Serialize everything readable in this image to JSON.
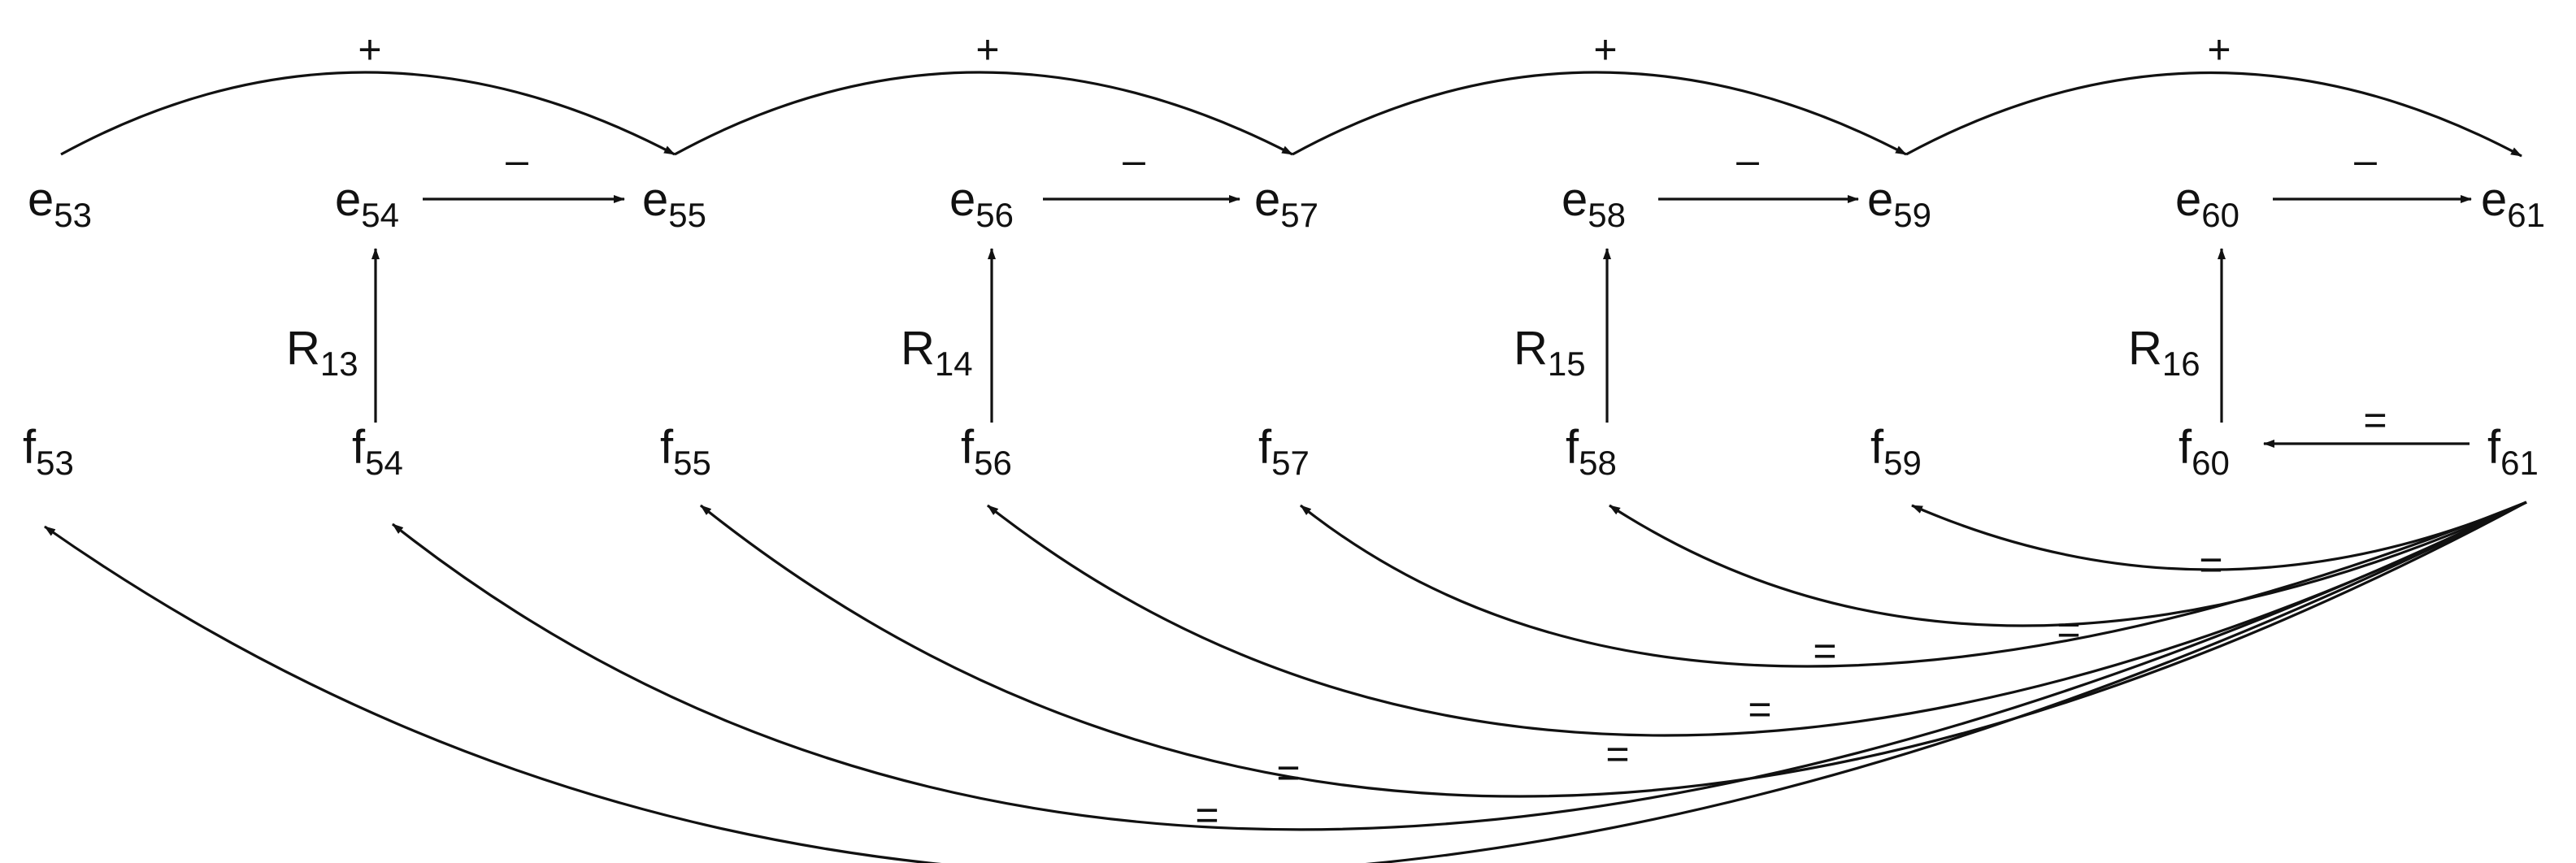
{
  "nodes": {
    "e53": {
      "base": "e",
      "sub": "53"
    },
    "e54": {
      "base": "e",
      "sub": "54"
    },
    "e55": {
      "base": "e",
      "sub": "55"
    },
    "e56": {
      "base": "e",
      "sub": "56"
    },
    "e57": {
      "base": "e",
      "sub": "57"
    },
    "e58": {
      "base": "e",
      "sub": "58"
    },
    "e59": {
      "base": "e",
      "sub": "59"
    },
    "e60": {
      "base": "e",
      "sub": "60"
    },
    "e61": {
      "base": "e",
      "sub": "61"
    },
    "f53": {
      "base": "f",
      "sub": "53"
    },
    "f54": {
      "base": "f",
      "sub": "54"
    },
    "f55": {
      "base": "f",
      "sub": "55"
    },
    "f56": {
      "base": "f",
      "sub": "56"
    },
    "f57": {
      "base": "f",
      "sub": "57"
    },
    "f58": {
      "base": "f",
      "sub": "58"
    },
    "f59": {
      "base": "f",
      "sub": "59"
    },
    "f60": {
      "base": "f",
      "sub": "60"
    },
    "f61": {
      "base": "f",
      "sub": "61"
    }
  },
  "relations": {
    "R13": {
      "base": "R",
      "sub": "13"
    },
    "R14": {
      "base": "R",
      "sub": "14"
    },
    "R15": {
      "base": "R",
      "sub": "15"
    },
    "R16": {
      "base": "R",
      "sub": "16"
    }
  },
  "edges": {
    "plus_53_55": {
      "from": "e53",
      "to": "e55",
      "label": "+"
    },
    "plus_55_57": {
      "from": "e55",
      "to": "e57",
      "label": "+"
    },
    "plus_57_59": {
      "from": "e57",
      "to": "e59",
      "label": "+"
    },
    "plus_59_61": {
      "from": "e59",
      "to": "e61",
      "label": "+"
    },
    "minus_54_55": {
      "from": "e54",
      "to": "e55",
      "label": "–"
    },
    "minus_56_57": {
      "from": "e56",
      "to": "e57",
      "label": "–"
    },
    "minus_58_59": {
      "from": "e58",
      "to": "e59",
      "label": "–"
    },
    "minus_60_61": {
      "from": "e60",
      "to": "e61",
      "label": "–"
    },
    "r_54": {
      "from": "f54",
      "to": "e54",
      "relation": "R13"
    },
    "r_56": {
      "from": "f56",
      "to": "e56",
      "relation": "R14"
    },
    "r_58": {
      "from": "f58",
      "to": "e58",
      "relation": "R15"
    },
    "r_60": {
      "from": "f60",
      "to": "e60",
      "relation": "R16"
    },
    "eq_61_60": {
      "from": "f61",
      "to": "f60",
      "label": "="
    },
    "eq_61_59": {
      "from": "f61",
      "to": "f59",
      "label": "="
    },
    "eq_61_58": {
      "from": "f61",
      "to": "f58",
      "label": "="
    },
    "eq_61_57": {
      "from": "f61",
      "to": "f57",
      "label": "="
    },
    "eq_61_56": {
      "from": "f61",
      "to": "f56",
      "label": "="
    },
    "eq_61_55": {
      "from": "f61",
      "to": "f55",
      "label": "="
    },
    "eq_61_54": {
      "from": "f61",
      "to": "f54",
      "label": "="
    },
    "eq_61_53": {
      "from": "f61",
      "to": "f53",
      "label": "="
    }
  }
}
